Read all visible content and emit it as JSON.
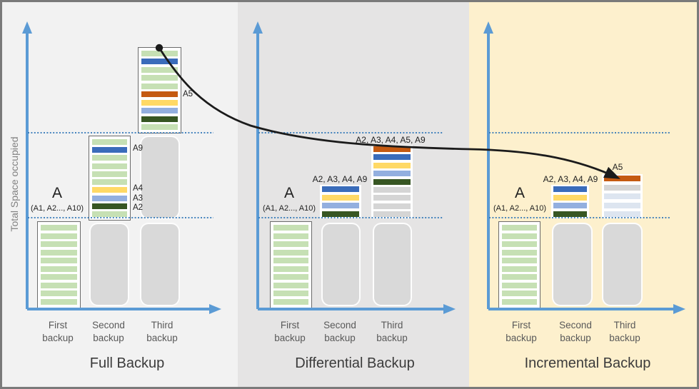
{
  "y_axis_label": "Total Space occupied",
  "colors": {
    "axis_blue": "#5b9bd5",
    "dotted_line_blue": "#2e75b6",
    "arrow_black": "#1b1b1b",
    "panel_full_bg": "#f2f2f2",
    "panel_diff_bg": "#e5e4e4",
    "panel_incr_bg": "#fdf0cd",
    "placeholder_gray": "#d9d9d9",
    "green": "#c6e0b4",
    "blue": "#3a6cba",
    "yellow": "#ffd966",
    "lightblue": "#93afdf",
    "darkgreen": "#375623",
    "orange": "#c55a11",
    "gray": "#d5d5d5",
    "bluegray": "#dde5f0"
  },
  "panels": [
    {
      "id": "full-backup",
      "title": "Full Backup",
      "column_labels": [
        "First backup",
        "Second backup",
        "Third backup"
      ],
      "first_bar": {
        "label": "A",
        "sublabel": "(A1, A2..., A10)"
      },
      "annotations": {
        "a9": "A9",
        "a4": "A4",
        "a3": "A3",
        "a2": "A2",
        "a5": "A5"
      },
      "bars": {
        "first": [
          "green",
          "green",
          "green",
          "green",
          "green",
          "green",
          "green",
          "green",
          "green",
          "green"
        ],
        "second": [
          "green",
          "blue",
          "green",
          "green",
          "green",
          "green",
          "yellow",
          "lightblue",
          "darkgreen",
          "green"
        ],
        "third": [
          "green",
          "blue",
          "green",
          "green",
          "green",
          "orange",
          "yellow",
          "lightblue",
          "darkgreen",
          "green"
        ]
      }
    },
    {
      "id": "differential-backup",
      "title": "Differential Backup",
      "column_labels": [
        "First backup",
        "Second backup",
        "Third backup"
      ],
      "first_bar": {
        "label": "A",
        "sublabel": "(A1, A2..., A10)"
      },
      "second_stack_label": "A2, A3, A4, A9",
      "third_stack_label": "A2, A3, A4, A5, A9",
      "bars": {
        "first": [
          "green",
          "green",
          "green",
          "green",
          "green",
          "green",
          "green",
          "green",
          "green",
          "green"
        ],
        "second": [
          "blue",
          "yellow",
          "lightblue",
          "darkgreen"
        ],
        "third": [
          "orange",
          "blue",
          "yellow",
          "lightblue",
          "darkgreen",
          "gray",
          "gray",
          "gray",
          "gray"
        ]
      }
    },
    {
      "id": "incremental-backup",
      "title": "Incremental Backup",
      "column_labels": [
        "First backup",
        "Second backup",
        "Third backup"
      ],
      "first_bar": {
        "label": "A",
        "sublabel": "(A1, A2..., A10)"
      },
      "second_stack_label": "A2, A3, A4, A9",
      "third_stack_label": "A5",
      "bars": {
        "first": [
          "green",
          "green",
          "green",
          "green",
          "green",
          "green",
          "green",
          "green",
          "green",
          "green"
        ],
        "second": [
          "blue",
          "yellow",
          "lightblue",
          "darkgreen"
        ],
        "third": [
          "orange",
          "gray",
          "bluegray",
          "bluegray",
          "bluegray"
        ]
      }
    }
  ]
}
